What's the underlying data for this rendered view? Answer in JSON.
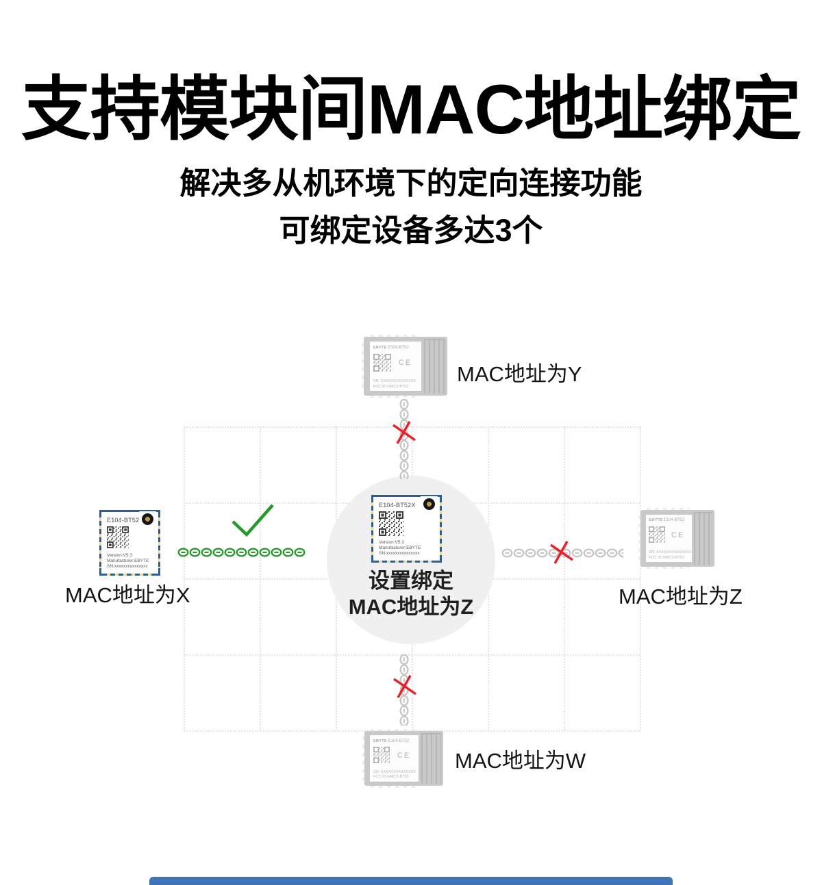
{
  "header": {
    "title": "支持模块间MAC地址绑定",
    "subtitle_line1": "解决多从机环境下的定向连接功能",
    "subtitle_line2": "可绑定设备多达3个"
  },
  "diagram": {
    "caption": {
      "line1": "设置绑定",
      "line2": "MAC地址为Z"
    },
    "labels": {
      "top": "MAC地址为Y",
      "left": "MAC地址为X",
      "right": "MAC地址为Z",
      "bottom": "MAC地址为W"
    },
    "blue_module": {
      "model": "E104-BT52X",
      "version": "Version:V5.3",
      "manufacturer": "Manufacturer:EBYTE",
      "sn": "SN:xxxxxxxxxxxxxxx"
    },
    "gray_module": {
      "brand": "EBYTE",
      "model": "E104-BT52",
      "ce_mark": "CE",
      "sn": "SN: XXXXXXXXXXXXXX",
      "fcc": "FCC ID:2A8C3-BT52"
    }
  },
  "colors": {
    "accent_green": "#229b28",
    "error_red": "#ee1c25",
    "module_blue": "#2a5f9e",
    "chain_gray": "#c6c6c6",
    "circle_bg": "#f0f0f0",
    "grid": "#e4e4e4",
    "footer_blue": "#3e74b8"
  }
}
